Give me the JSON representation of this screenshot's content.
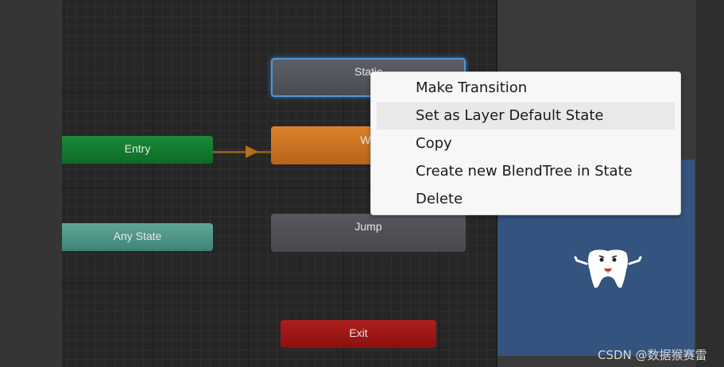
{
  "nodes": {
    "entry": "Entry",
    "any_state": "Any State",
    "static": "Static",
    "walk": "Wa",
    "jump": "Jump",
    "exit": "Exit"
  },
  "context_menu": {
    "items": [
      "Make Transition",
      "Set as Layer Default State",
      "Copy",
      "Create new BlendTree in State",
      "Delete"
    ],
    "highlighted_index": 1
  },
  "colors": {
    "entry": "#0f6a27",
    "any_state": "#3f8276",
    "walk": "#b8641a",
    "exit": "#8b1010",
    "selection_outline": "#4d96d8",
    "preview_background": "#34547f"
  },
  "watermark": "CSDN @数据猴赛雷"
}
